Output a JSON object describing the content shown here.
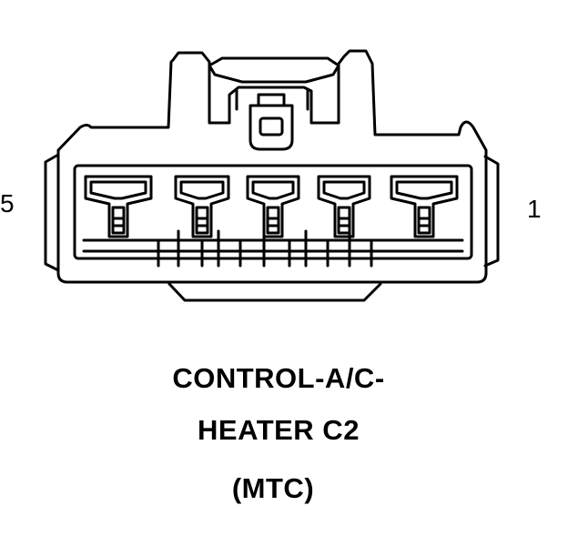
{
  "connector": {
    "pin_left_label": "5",
    "pin_right_label": "1",
    "cavity_count": 5
  },
  "caption": {
    "line1": "CONTROL-A/C-",
    "line2": "HEATER C2",
    "line3": "(MTC)"
  },
  "colors": {
    "stroke": "#000000",
    "background": "#ffffff"
  }
}
